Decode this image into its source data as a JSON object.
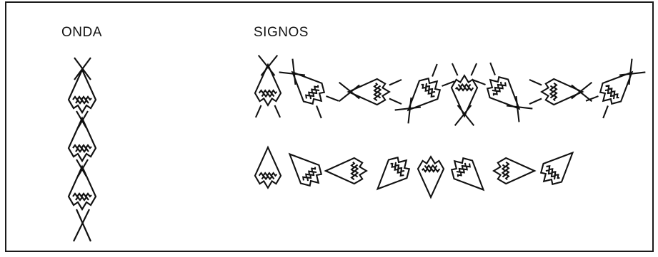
{
  "titles": {
    "onda": "ONDA",
    "signos": "SIGNOS"
  },
  "colors": {
    "ink": "#111111",
    "frame": "#1a1a1a",
    "background": "#ffffff"
  },
  "motifs": {
    "onda_column": {
      "count": 3,
      "orientation": "vertical"
    },
    "signos_row_1": {
      "count": 8,
      "with_crossing_lines": true
    },
    "signos_row_2": {
      "count": 8,
      "with_crossing_lines": false
    }
  }
}
